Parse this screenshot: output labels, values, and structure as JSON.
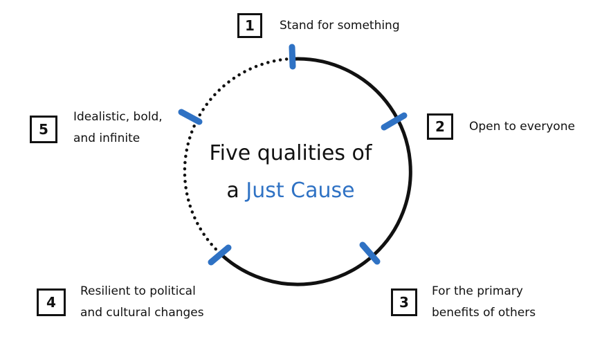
{
  "title": {
    "line1": "Five qualities of",
    "line2_prefix": "a",
    "line2_highlight": "Just Cause"
  },
  "qualities": [
    {
      "number": "1",
      "lines": [
        "Stand for something"
      ]
    },
    {
      "number": "2",
      "lines": [
        "Open to everyone"
      ]
    },
    {
      "number": "3",
      "lines": [
        "For the primary",
        "benefits of others"
      ]
    },
    {
      "number": "4",
      "lines": [
        "Resilient to political",
        "and cultural changes"
      ]
    },
    {
      "number": "5",
      "lines": [
        "Idealistic, bold,",
        "and infinite"
      ]
    }
  ],
  "colors": {
    "accent": "#2f72c4",
    "ink": "#111111"
  }
}
